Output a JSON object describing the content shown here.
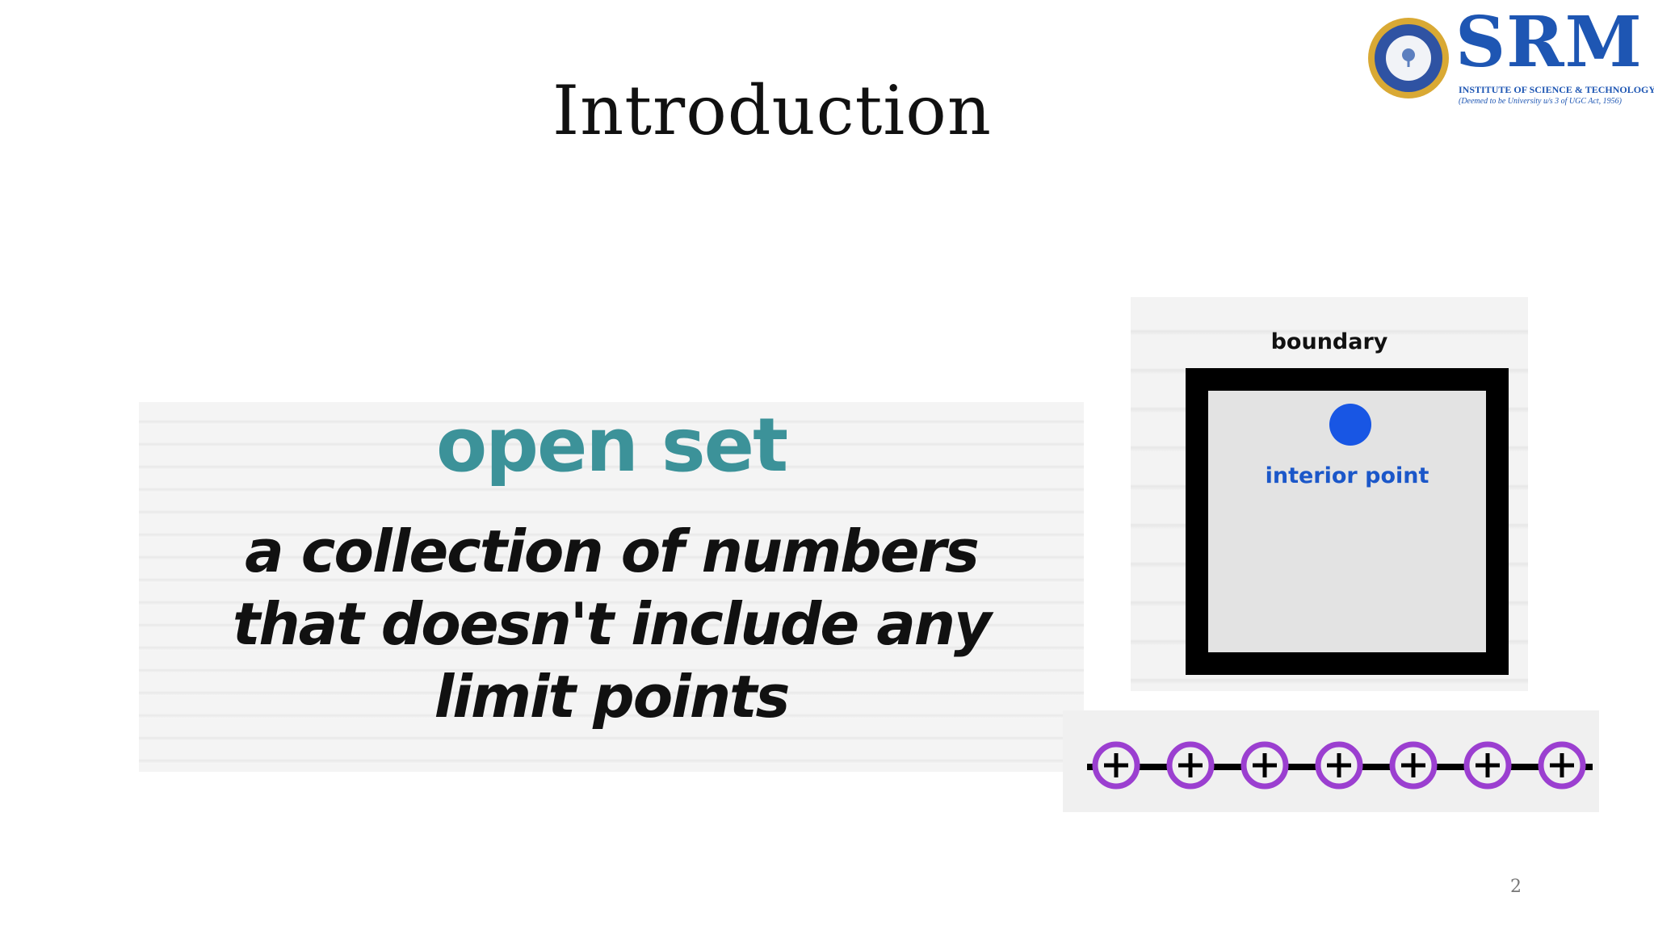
{
  "slide": {
    "title": "Introduction",
    "page_number": "2"
  },
  "logo": {
    "name": "SRM",
    "subtitle": "INSTITUTE OF SCIENCE & TECHNOLOGY",
    "tagline": "(Deemed to be University u/s 3 of UGC Act, 1956)"
  },
  "definition_image": {
    "heading": "open set",
    "lines": [
      "a collection of numbers",
      "that doesn't include any",
      "limit points"
    ],
    "heading_color": "#3c9299"
  },
  "boundary_diagram": {
    "boundary_label": "boundary",
    "interior_label": "interior point",
    "point_color": "#1856e4"
  },
  "number_line": {
    "open_point_count": 7,
    "circle_color": "#9b3fd0"
  }
}
